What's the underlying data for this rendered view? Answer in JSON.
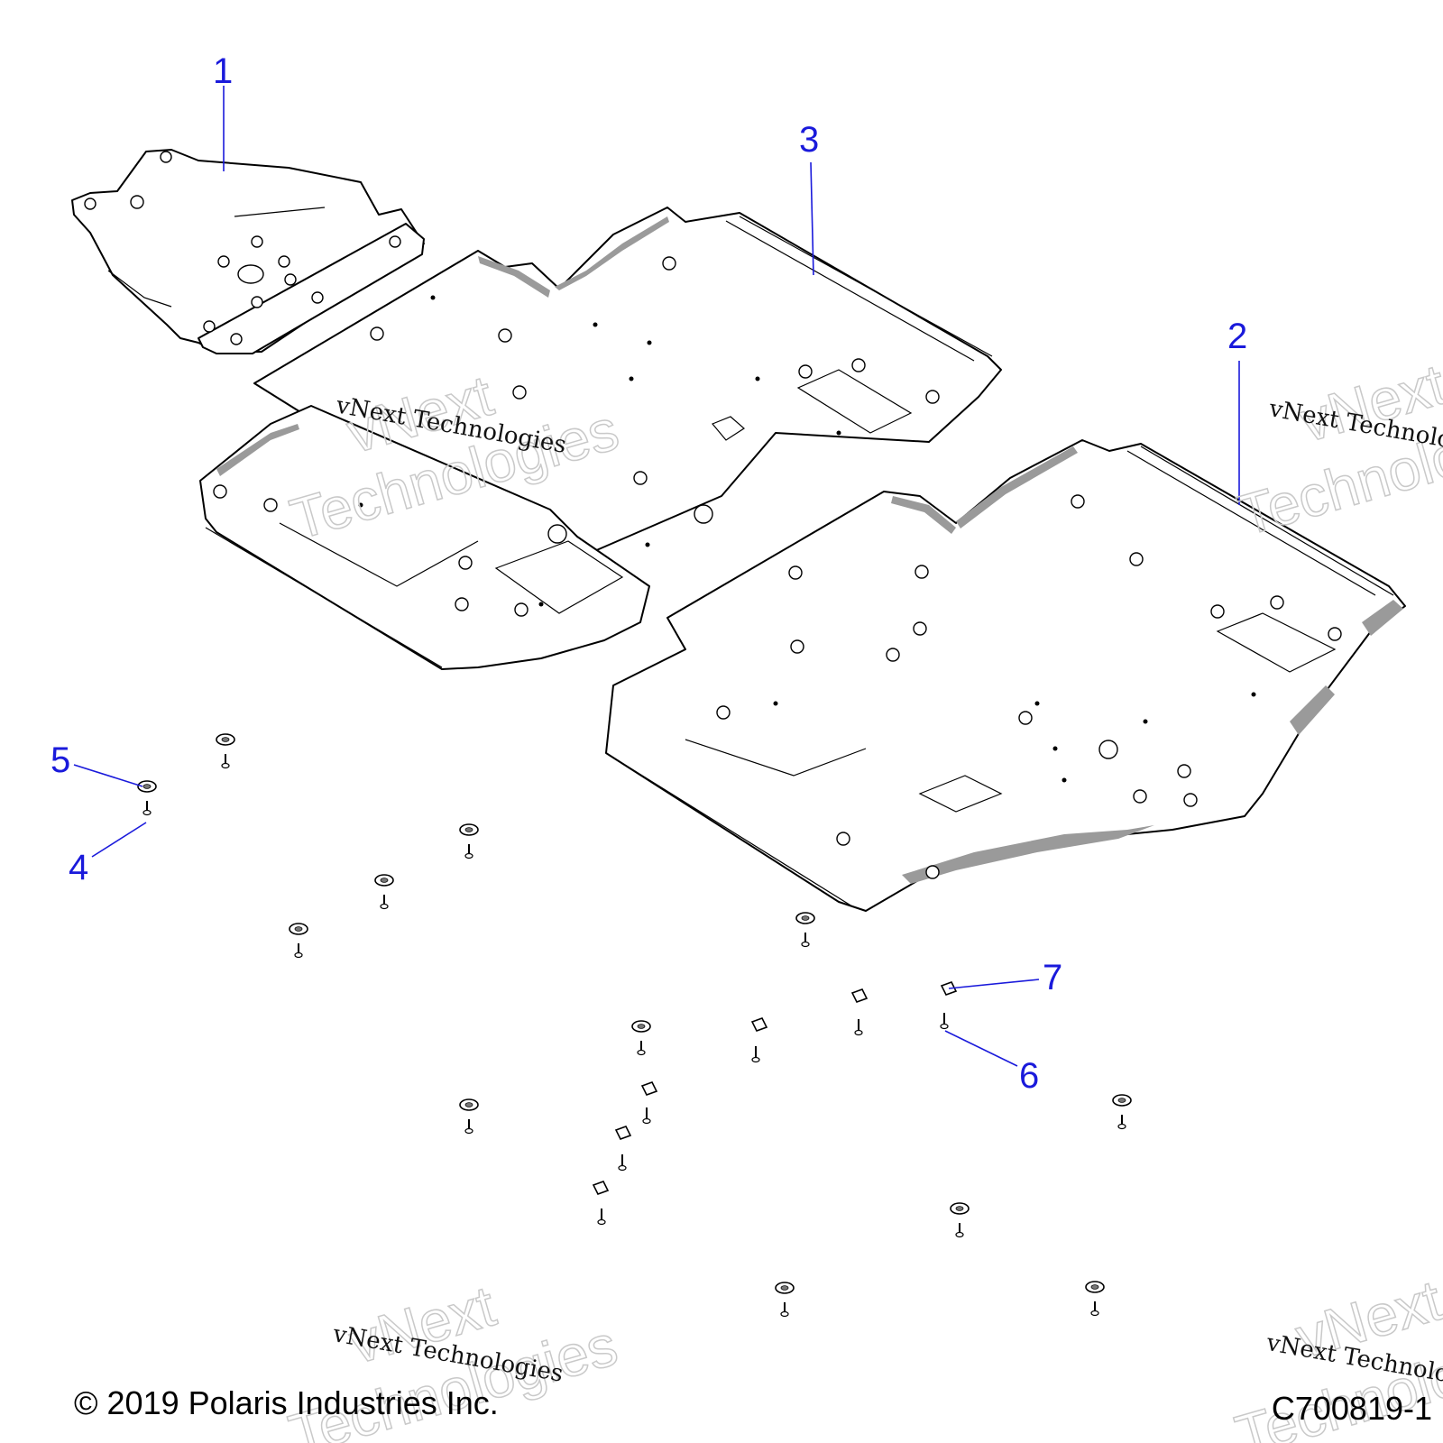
{
  "callouts": {
    "c1": "1",
    "c2": "2",
    "c3": "3",
    "c4": "4",
    "c5": "5",
    "c6": "6",
    "c7": "7"
  },
  "watermark": {
    "text": "vNext Technologies",
    "word1": "vNext",
    "word2": "Technologies"
  },
  "footer": {
    "copyright": "© 2019 Polaris Industries Inc.",
    "figure_id": "C700819-1"
  },
  "colors": {
    "callout": "#1a1adb",
    "line": "#000000",
    "shading": "#9a9a9a"
  }
}
